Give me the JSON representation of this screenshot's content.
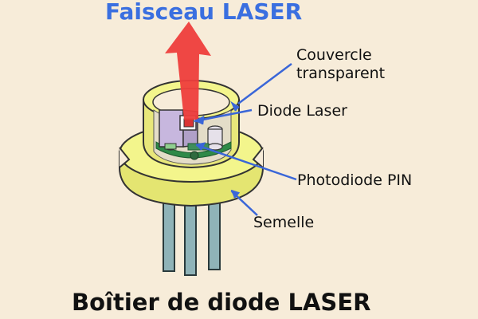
{
  "title": "Boîtier de diode LASER",
  "beam_label": "Faisceau LASER",
  "labels": {
    "cover_line1": "Couvercle",
    "cover_line2": "transparent",
    "laser_diode": "Diode Laser",
    "photodiode": "Photodiode PIN",
    "base": "Semelle"
  },
  "colors": {
    "background": "#f7ecd9",
    "beam": "#ee3e3c",
    "housing": "#f3f58c",
    "pointer": "#3a66d8",
    "title_blue": "#3a6fe0"
  }
}
